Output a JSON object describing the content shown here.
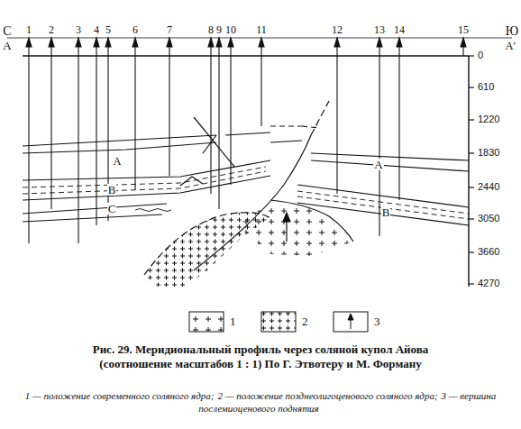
{
  "diagram": {
    "caption": "Рис. 29. Меридиональный профиль через соляной купол Айова (соотношение масштабов 1 : 1) По Г. Этвотеру и М. Форману",
    "labels": [
      "С",
      "Ю",
      "А",
      "А'",
      "1",
      "2",
      "3",
      "4",
      "5",
      "6",
      "7",
      "8",
      "9",
      "10",
      "11",
      "12",
      "13",
      "14",
      "15",
      "0",
      "610",
      "1220",
      "1830",
      "2440",
      "3050",
      "3660",
      "4270",
      "A",
      "A",
      "B",
      "B",
      "C",
      "1",
      "2",
      "3"
    ],
    "legend": [
      {
        "text": "1 — положение современного соляного ядра;"
      },
      {
        "text": "2 — положение позднеолигоценового соляного ядра;"
      },
      {
        "text": "3 — вершина послемиоценового поднятия"
      }
    ]
  }
}
